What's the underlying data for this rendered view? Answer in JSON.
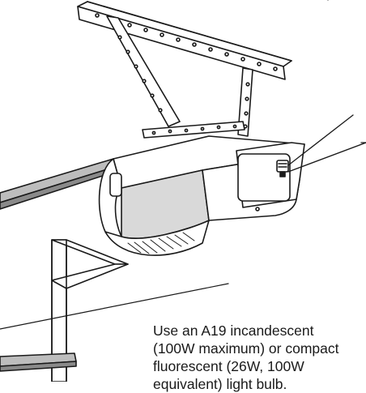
{
  "caption": {
    "lines": [
      "Use an A19 incandescent",
      "(100W maximum) or compact",
      "fluorescent (26W, 100W",
      "equivalent) light bulb."
    ]
  },
  "colors": {
    "line": "#1a1a1a",
    "housing_fill": "#d9d9d9",
    "rail_fill": "#bdbdbd",
    "background": "#ffffff"
  },
  "icons": {
    "bulb_socket": "light-bulb-socket-icon"
  }
}
